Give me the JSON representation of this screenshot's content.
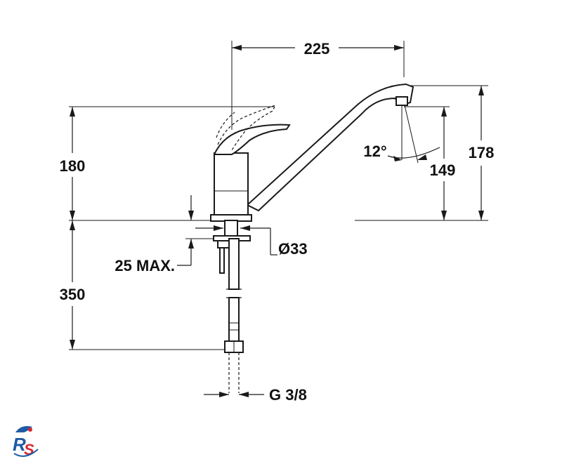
{
  "diagram": {
    "dimensions": {
      "spout_reach": "225",
      "height_lever": "180",
      "height_spout": "178",
      "height_outlet": "149",
      "outlet_angle": "12°",
      "tail_length": "350",
      "worktop_max": "25 MAX.",
      "hole_diameter": "Ø33",
      "connection": "G 3/8"
    },
    "logo": {
      "text": "RS",
      "colors": {
        "red": "#d7282f",
        "blue": "#1f5aa6"
      }
    },
    "colors": {
      "line": "#1a1a1a",
      "background": "#ffffff"
    }
  }
}
